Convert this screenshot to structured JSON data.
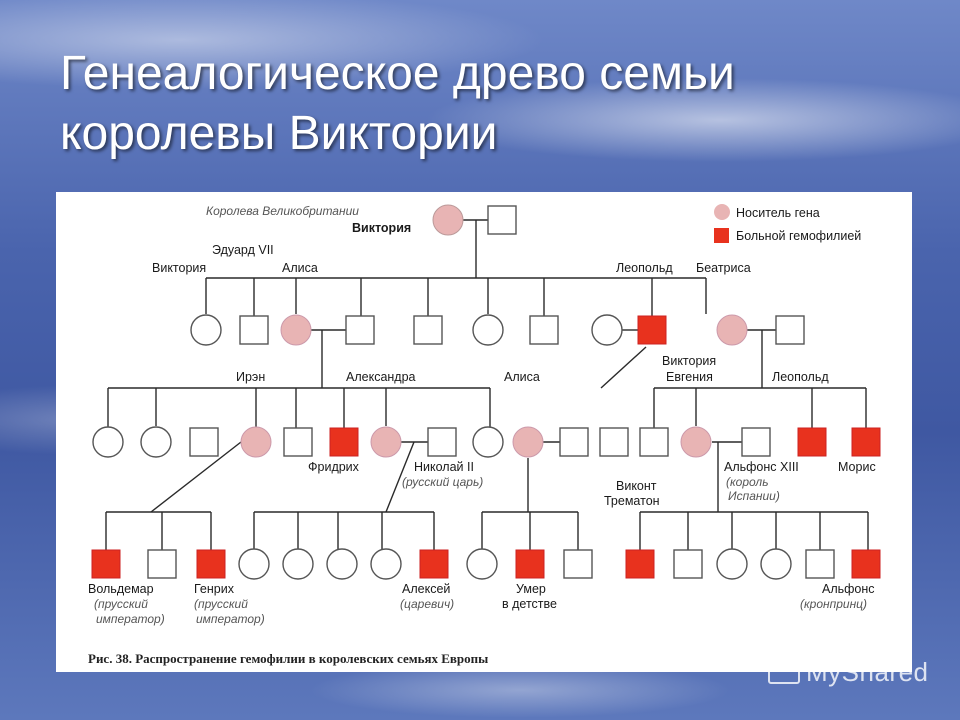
{
  "title": {
    "line1": "Генеалогическое древо семьи",
    "line2": "королевы Виктории"
  },
  "legend": {
    "carrier": "Носитель гена",
    "affected": "Больной гемофилией"
  },
  "colors": {
    "carrier": "#e8b4b4",
    "affected": "#e8321e",
    "outline": "#555555"
  },
  "labels": {
    "queen_title": "Королева Великобритании",
    "queen_name": "Виктория",
    "edward": "Эдуард VII",
    "viktoria1": "Виктория",
    "alisa1": "Алиса",
    "leopold1": "Леопольд",
    "beatrisa": "Беатриса",
    "iren": "Ирэн",
    "aleksandra": "Александра",
    "alisa2": "Алиса",
    "viktoria_evgenia_1": "Виктория",
    "viktoria_evgenia_2": "Евгения",
    "leopold2": "Леопольд",
    "fridrih": "Фридрих",
    "nikolay": "Николай II",
    "nikolay_note": "(русский царь)",
    "alfons13": "Альфонс XIII",
    "alfons13_note1": "(король",
    "alfons13_note2": "Испании)",
    "moris": "Морис",
    "vikont1": "Виконт",
    "vikont2": "Трематон",
    "voldemar": "Вольдемар",
    "voldemar_note1": "(прусский",
    "voldemar_note2": "император)",
    "genrih": "Генрих",
    "genrih_note1": "(прусский",
    "genrih_note2": "император)",
    "aleksey": "Алексей",
    "aleksey_note": "(царевич)",
    "umer1": "Умер",
    "umer2": "в детстве",
    "alfons": "Альфонс",
    "alfons_note": "(кронпринц)"
  },
  "caption": "Рис. 38. Распространение гемофилии в королевских семьях Европы",
  "watermark": "MyShared"
}
